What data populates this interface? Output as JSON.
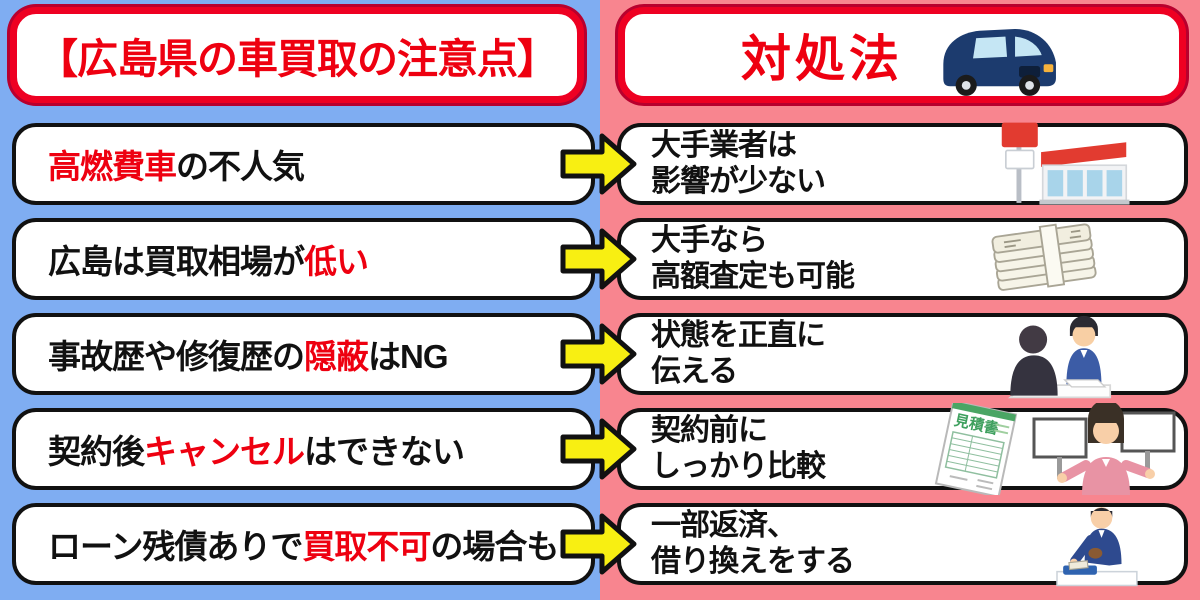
{
  "colors": {
    "bg_left": "#7fadf2",
    "bg_right": "#f8858f",
    "text_red": "#ee0010",
    "text_black": "#111111",
    "box_border": "#111111",
    "header_border_red": "#ee0022",
    "header_border_dark": "#b8002e",
    "arrow_yellow": "#f8ef12"
  },
  "header": {
    "problems_title": "【広島県の車買取の注意点】",
    "solutions_title": "対処法",
    "solutions_icon": "car-icon"
  },
  "rows": [
    {
      "problem": [
        {
          "text": "高燃費車",
          "red": true
        },
        {
          "text": "の不人気",
          "red": false
        }
      ],
      "solution_line1": [
        {
          "text": "大手業者は",
          "red": false
        }
      ],
      "solution_line2": [
        {
          "text": "影響が",
          "red": false
        },
        {
          "text": "少ない",
          "red": true
        }
      ],
      "icon": "car-dealership-icon"
    },
    {
      "problem": [
        {
          "text": "広島は買取相場が",
          "red": false
        },
        {
          "text": "低い",
          "red": true
        }
      ],
      "solution_line1": [
        {
          "text": "大手なら",
          "red": false
        }
      ],
      "solution_line2": [
        {
          "text": "高額査定",
          "red": true
        },
        {
          "text": "も可能",
          "red": false
        }
      ],
      "icon": "money-stack-icon"
    },
    {
      "problem": [
        {
          "text": "事故歴や修復歴の",
          "red": false
        },
        {
          "text": "隠蔽",
          "red": true
        },
        {
          "text": "はNG",
          "red": false
        }
      ],
      "solution_line1": [
        {
          "text": "状態を正直に",
          "red": false
        }
      ],
      "solution_line2": [
        {
          "text": "伝える",
          "red": true
        }
      ],
      "icon": "consultation-icon"
    },
    {
      "problem": [
        {
          "text": "契約後",
          "red": false
        },
        {
          "text": "キャンセル",
          "red": true
        },
        {
          "text": "はできない",
          "red": false
        }
      ],
      "solution_line1": [
        {
          "text": "契約前に",
          "red": false
        }
      ],
      "solution_line2": [
        {
          "text": "しっかり",
          "red": false
        },
        {
          "text": "比較",
          "red": true
        }
      ],
      "icon": "estimate-compare-icon",
      "estimate_label": "見積書"
    },
    {
      "problem": [
        {
          "text": "ローン残債ありで",
          "red": false
        },
        {
          "text": "買取不可",
          "red": true
        },
        {
          "text": "の場合も",
          "red": false
        }
      ],
      "solution_line1": [
        {
          "text": "一部返済、",
          "red": false
        }
      ],
      "solution_line2": [
        {
          "text": "借り換え",
          "red": true
        },
        {
          "text": "をする",
          "red": false
        }
      ],
      "icon": "loan-repayment-icon"
    }
  ]
}
